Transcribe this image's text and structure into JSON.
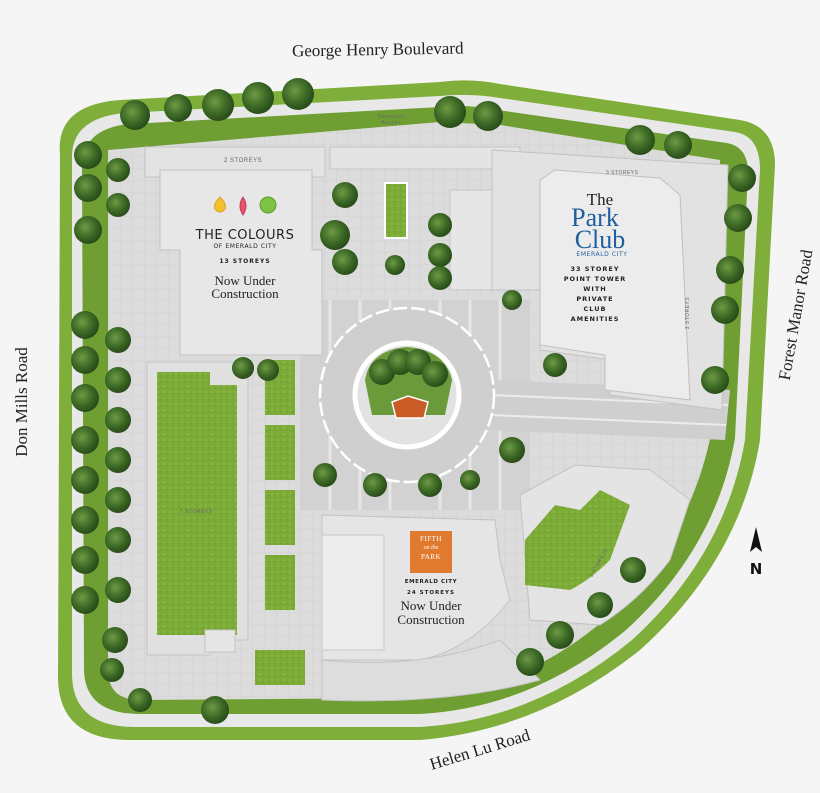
{
  "map": {
    "type": "site plan",
    "roads": {
      "north": "George Henry Boulevard",
      "west": "Don Mills Road",
      "east": "Forest Manor Road",
      "south": "Helen Lu Road"
    },
    "compass": {
      "label": "N",
      "icon": "north-arrow-icon"
    },
    "notes": {
      "temporary_access": [
        "Temporary",
        "Access"
      ]
    },
    "buildings": {
      "colours": {
        "title": "THE COLOURS",
        "subtitle": "OF EMERALD CITY",
        "storeys": "13 STOREYS",
        "podium": "2 STOREYS",
        "status_line1": "Now Under",
        "status_line2": "Construction",
        "gem_colors": [
          "#f2c12e",
          "#e2556e",
          "#7dc242"
        ]
      },
      "podium_west": {
        "storeys": "7 STOREYS"
      },
      "park_club": {
        "title_the": "The",
        "title_park": "Park",
        "title_club": "Club",
        "subtitle": "EMERALD CITY",
        "desc": [
          "33 STOREY",
          "POINT TOWER",
          "WITH",
          "PRIVATE",
          "CLUB",
          "AMENITIES"
        ],
        "podium_north": "3 STOREYS",
        "podium_east": "3 STOREYS",
        "brand_color": "#1f5f9e"
      },
      "fifth_park": {
        "logo_line1": "FIFTH",
        "logo_line2": "on the",
        "logo_line3": "PARK",
        "subtitle": "EMERALD CITY",
        "storeys": "24 STOREYS",
        "status_line1": "Now Under",
        "status_line2": "Construction",
        "brand_color": "#e07a2e"
      },
      "southeast_podium": {
        "storeys": "3 STOREYS"
      }
    },
    "colors": {
      "background": "#f5f5f5",
      "grass": "#7fae3a",
      "grass_dark": "#5c8f2a",
      "paving": "#d6d6d6",
      "building": "#e4e4e4",
      "tree": "#3f6a2a"
    }
  }
}
